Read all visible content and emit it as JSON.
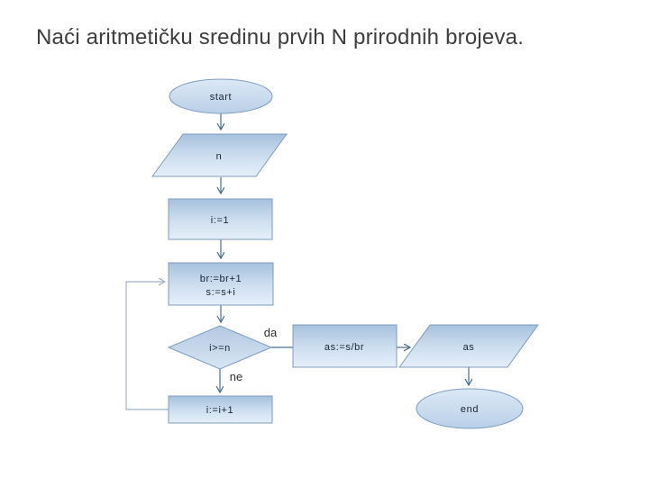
{
  "title": "Naći aritmetičku sredinu prvih N prirodnih brojeva.",
  "flowchart": {
    "nodes": {
      "start": {
        "type": "terminator",
        "label": "start"
      },
      "input_n": {
        "type": "input-output",
        "label": "n"
      },
      "init_i": {
        "type": "process",
        "label": "i:=1"
      },
      "loop_body": {
        "type": "process",
        "line1": "br:=br+1",
        "line2": "s:=s+i"
      },
      "decision": {
        "type": "decision",
        "label": "i>=n"
      },
      "compute_as": {
        "type": "process",
        "label": "as:=s/br"
      },
      "output_as": {
        "type": "input-output",
        "label": "as"
      },
      "end": {
        "type": "terminator",
        "label": "end"
      },
      "increment": {
        "type": "process",
        "label": "i:=i+1"
      }
    },
    "edge_labels": {
      "yes": "da",
      "no": "ne"
    }
  },
  "colors": {
    "background": "#ffffff",
    "title_text": "#3d3d3d",
    "shape_border": "#7d9cc0",
    "shape_fill_top": "#a6c1de",
    "shape_fill_bottom": "#e6effa",
    "oval_fill_top": "#dce9f6",
    "oval_fill_bottom": "#b9cfe8",
    "diamond_fill_top": "#b3c9e3",
    "diamond_fill_bottom": "#d8e5f3",
    "connector": "#4a6d94",
    "loop_connector": "#9db4ca",
    "node_text": "#1a2433"
  }
}
